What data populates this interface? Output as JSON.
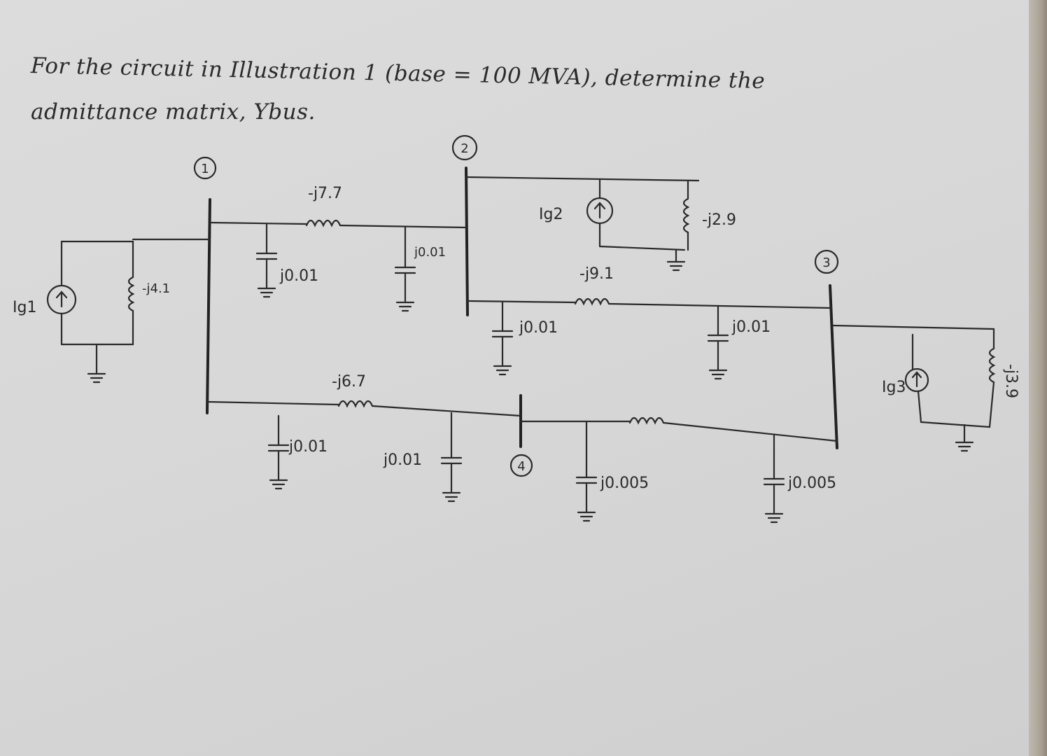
{
  "problem": {
    "line1": "For the circuit in Illustration 1 (base = 100 MVA), determine the",
    "line2": "admittance matrix, Ybus."
  },
  "buses": [
    "1",
    "2",
    "3",
    "4"
  ],
  "sources": [
    "Ig1",
    "Ig2",
    "Ig3"
  ],
  "shunt_admittances": {
    "bus1": "-j4.1",
    "bus2": "-j2.9",
    "bus3": "-j3.9"
  },
  "line_admittances": {
    "line_1_2": "-j7.7",
    "line_1_4": "-j6.7",
    "line_2_3": "-j9.1"
  },
  "capacitances": {
    "line_1_2_near1": "j0.01",
    "line_1_2_near2": "j0.01",
    "line_2_3_near2": "j0.01",
    "line_2_3_near3": "j0.01",
    "line_1_4_near1": "j0.01",
    "line_1_4_near4": "j0.01",
    "line_4_3_near4": "j0.005",
    "line_4_3_near3": "j0.005"
  },
  "colors": {
    "ink": "#2a2a2a",
    "paper": "#d8d8d8"
  }
}
